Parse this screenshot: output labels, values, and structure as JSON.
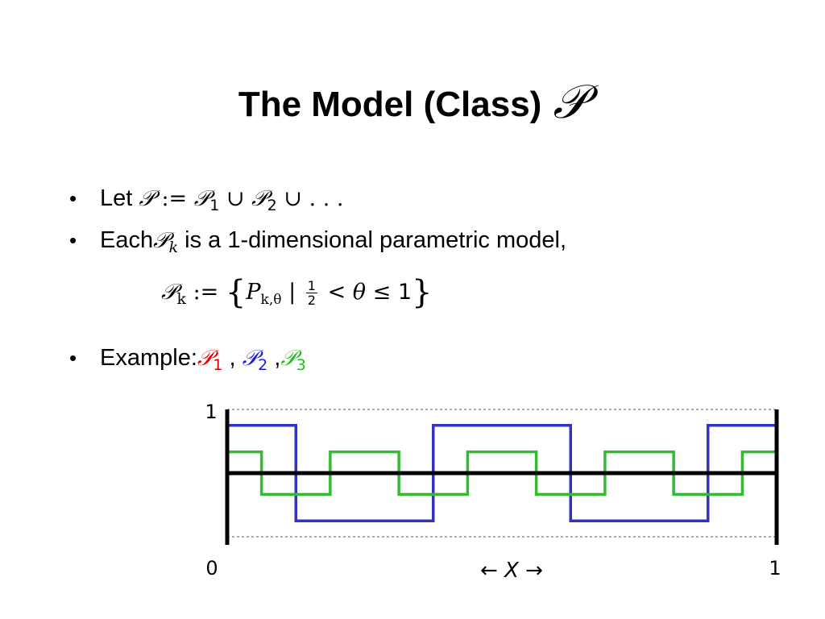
{
  "slide": {
    "title_text": "The Model (Class)",
    "title_symbol": "𝒫"
  },
  "bullets": {
    "bullet_char": "•",
    "let_label": "Let",
    "each_label": "Each",
    "each_text": "is a 1-dimensional parametric model,",
    "example_label": "Example:",
    "comma": ","
  },
  "math": {
    "P": "𝒫",
    "defines": ":=",
    "union": "∪",
    "ellipsis": ". . .",
    "sub1": "1",
    "sub2": "2",
    "sub3": "3",
    "subk": "k",
    "P_param": "P",
    "sub_ktheta": "k,θ",
    "bar": "|",
    "half_num": "1",
    "half_den": "2",
    "lt": "<",
    "theta": "θ",
    "le": "≤",
    "one": "1",
    "lbrace": "{",
    "rbrace": "}"
  },
  "chart_data": {
    "type": "line",
    "x_tick_labels": [
      "0",
      "1"
    ],
    "y_tick_labels": [
      "1"
    ],
    "xlabel": "← X →",
    "xlim": [
      0,
      1
    ],
    "ylim": [
      0,
      1
    ],
    "reference_lines": [
      0,
      0.5,
      1
    ],
    "series": [
      {
        "color": "#3333bb",
        "x": [
          0,
          0.125,
          0.125,
          0.375,
          0.375,
          0.625,
          0.625,
          0.875,
          0.875,
          1
        ],
        "y": [
          0.875,
          0.875,
          0.125,
          0.125,
          0.875,
          0.875,
          0.125,
          0.125,
          0.875,
          0.875
        ]
      },
      {
        "color": "#33bb33",
        "x": [
          0,
          0.0625,
          0.0625,
          0.1875,
          0.1875,
          0.3125,
          0.3125,
          0.4375,
          0.4375,
          0.5625,
          0.5625,
          0.6875,
          0.6875,
          0.8125,
          0.8125,
          0.9375,
          0.9375,
          1
        ],
        "y": [
          0.667,
          0.667,
          0.333,
          0.333,
          0.667,
          0.667,
          0.333,
          0.333,
          0.667,
          0.667,
          0.333,
          0.333,
          0.667,
          0.667,
          0.333,
          0.333,
          0.667,
          0.667
        ]
      }
    ]
  }
}
